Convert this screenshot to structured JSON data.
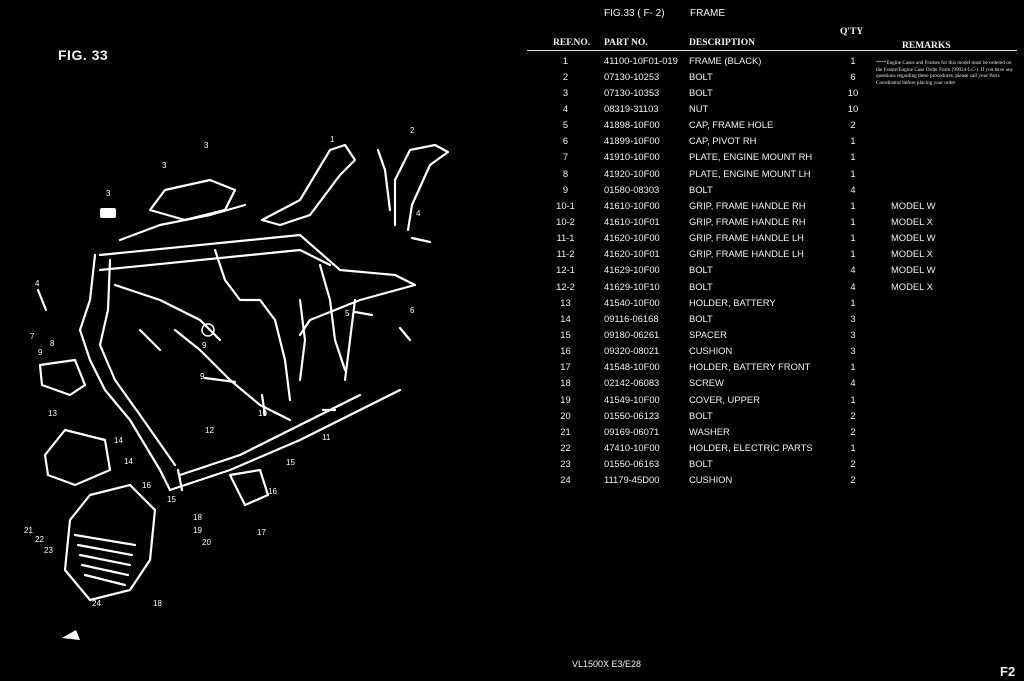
{
  "figure": {
    "label": "FIG. 33",
    "code": "FIG.33 ( F- 2)",
    "title": "FRAME",
    "callouts": [
      "1",
      "2",
      "3",
      "3",
      "3",
      "4",
      "4",
      "5",
      "6",
      "7",
      "8",
      "9",
      "9",
      "9",
      "10",
      "11",
      "12",
      "13",
      "14",
      "14",
      "15",
      "15",
      "16",
      "16",
      "17",
      "18",
      "19",
      "20",
      "21",
      "22",
      "23",
      "24"
    ]
  },
  "table": {
    "headers": {
      "ref": "REF.NO.",
      "part": "PART NO.",
      "desc": "DESCRIPTION",
      "qty": "Q'TY",
      "remarks": "REMARKS"
    },
    "note": "****Engine Cases and Frames for this model must be ordered on the Frame/Engine Case Order Form (99924-LC-). If you have any questions regarding these procedures, please call your Parts Coordinator before placing your order",
    "rows": [
      {
        "ref": "1",
        "part": "41100-10F01-019",
        "desc": "FRAME (BLACK)",
        "qty": "1",
        "remarks": ""
      },
      {
        "ref": "2",
        "part": "07130-10253",
        "desc": "BOLT",
        "qty": "6",
        "remarks": ""
      },
      {
        "ref": "3",
        "part": "07130-10353",
        "desc": "BOLT",
        "qty": "10",
        "remarks": ""
      },
      {
        "ref": "4",
        "part": "08319-31103",
        "desc": "NUT",
        "qty": "10",
        "remarks": ""
      },
      {
        "ref": "5",
        "part": "41898-10F00",
        "desc": "CAP, FRAME HOLE",
        "qty": "2",
        "remarks": ""
      },
      {
        "ref": "6",
        "part": "41899-10F00",
        "desc": "CAP, PIVOT RH",
        "qty": "1",
        "remarks": ""
      },
      {
        "ref": "7",
        "part": "41910-10F00",
        "desc": "PLATE, ENGINE MOUNT RH",
        "qty": "1",
        "remarks": ""
      },
      {
        "ref": "8",
        "part": "41920-10F00",
        "desc": "PLATE, ENGINE MOUNT LH",
        "qty": "1",
        "remarks": ""
      },
      {
        "ref": "9",
        "part": "01580-08303",
        "desc": "BOLT",
        "qty": "4",
        "remarks": ""
      },
      {
        "ref": "10-1",
        "part": "41610-10F00",
        "desc": "GRIP, FRAME HANDLE RH",
        "qty": "1",
        "remarks": "MODEL W"
      },
      {
        "ref": "10-2",
        "part": "41610-10F01",
        "desc": "GRIP, FRAME HANDLE RH",
        "qty": "1",
        "remarks": "MODEL X"
      },
      {
        "ref": "11-1",
        "part": "41620-10F00",
        "desc": "GRIP, FRAME HANDLE LH",
        "qty": "1",
        "remarks": "MODEL W"
      },
      {
        "ref": "11-2",
        "part": "41620-10F01",
        "desc": "GRIP, FRAME HANDLE LH",
        "qty": "1",
        "remarks": "MODEL X"
      },
      {
        "ref": "12-1",
        "part": "41629-10F00",
        "desc": "BOLT",
        "qty": "4",
        "remarks": "MODEL W"
      },
      {
        "ref": "12-2",
        "part": "41629-10F10",
        "desc": "BOLT",
        "qty": "4",
        "remarks": "MODEL X"
      },
      {
        "ref": "13",
        "part": "41540-10F00",
        "desc": "HOLDER, BATTERY",
        "qty": "1",
        "remarks": ""
      },
      {
        "ref": "14",
        "part": "09116-06168",
        "desc": "BOLT",
        "qty": "3",
        "remarks": ""
      },
      {
        "ref": "15",
        "part": "09180-06261",
        "desc": "SPACER",
        "qty": "3",
        "remarks": ""
      },
      {
        "ref": "16",
        "part": "09320-08021",
        "desc": "CUSHION",
        "qty": "3",
        "remarks": ""
      },
      {
        "ref": "17",
        "part": "41548-10F00",
        "desc": "HOLDER, BATTERY FRONT",
        "qty": "1",
        "remarks": ""
      },
      {
        "ref": "18",
        "part": "02142-06083",
        "desc": "SCREW",
        "qty": "4",
        "remarks": ""
      },
      {
        "ref": "19",
        "part": "41549-10F00",
        "desc": "COVER, UPPER",
        "qty": "1",
        "remarks": ""
      },
      {
        "ref": "20",
        "part": "01550-06123",
        "desc": "BOLT",
        "qty": "2",
        "remarks": ""
      },
      {
        "ref": "21",
        "part": "09169-06071",
        "desc": "WASHER",
        "qty": "2",
        "remarks": ""
      },
      {
        "ref": "22",
        "part": "47410-10F00",
        "desc": "HOLDER, ELECTRIC PARTS",
        "qty": "1",
        "remarks": ""
      },
      {
        "ref": "23",
        "part": "01550-06163",
        "desc": "BOLT",
        "qty": "2",
        "remarks": ""
      },
      {
        "ref": "24",
        "part": "11179-45D00",
        "desc": "CUSHION",
        "qty": "2",
        "remarks": ""
      }
    ]
  },
  "footer": {
    "model": "VL1500X E3/E28",
    "page": "F2"
  }
}
